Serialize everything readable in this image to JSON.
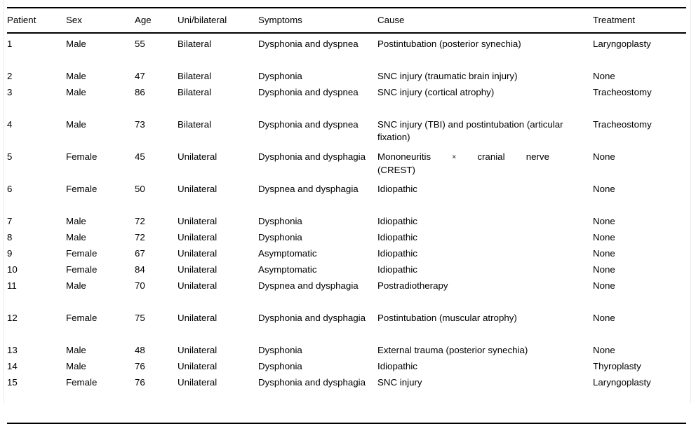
{
  "table": {
    "columns": [
      "Patient",
      "Sex",
      "Age",
      "Uni/bilateral",
      "Symptoms",
      "Cause",
      "Treatment"
    ],
    "rows": [
      {
        "patient": "1",
        "sex": "Male",
        "age": "55",
        "laterality": "Bilateral",
        "symptoms": "Dysphonia and dyspnea",
        "cause": "Postintubation (posterior synechia)",
        "treatment": "Laryngoplasty"
      },
      {
        "patient": "2",
        "sex": "Male",
        "age": "47",
        "laterality": "Bilateral",
        "symptoms": "Dysphonia",
        "cause": "SNC injury (traumatic brain injury)",
        "treatment": "None"
      },
      {
        "patient": "3",
        "sex": "Male",
        "age": "86",
        "laterality": "Bilateral",
        "symptoms": "Dysphonia and dyspnea",
        "cause": "SNC injury (cortical atrophy)",
        "treatment": "Tracheostomy"
      },
      {
        "patient": "4",
        "sex": "Male",
        "age": "73",
        "laterality": "Bilateral",
        "symptoms": "Dysphonia and dyspnea",
        "cause": "SNC injury (TBI) and postintubation (articular fixation)",
        "treatment": "Tracheostomy"
      },
      {
        "patient": "5",
        "sex": "Female",
        "age": "45",
        "laterality": "Unilateral",
        "symptoms": "Dysphonia and dysphagia",
        "cause": "Mononeuritis × cranial nerve (CREST)",
        "cause_line1_a": "Mononeuritis",
        "cause_line1_b": "×",
        "cause_line1_c": "cranial nerve",
        "cause_line2": "(CREST)",
        "treatment": "None"
      },
      {
        "patient": "6",
        "sex": "Female",
        "age": "50",
        "laterality": "Unilateral",
        "symptoms": "Dyspnea and dysphagia",
        "cause": "Idiopathic",
        "treatment": "None"
      },
      {
        "patient": "7",
        "sex": "Male",
        "age": "72",
        "laterality": "Unilateral",
        "symptoms": "Dysphonia",
        "cause": "Idiopathic",
        "treatment": "None"
      },
      {
        "patient": "8",
        "sex": "Male",
        "age": "72",
        "laterality": "Unilateral",
        "symptoms": "Dysphonia",
        "cause": "Idiopathic",
        "treatment": "None"
      },
      {
        "patient": "9",
        "sex": "Female",
        "age": "67",
        "laterality": "Unilateral",
        "symptoms": "Asymptomatic",
        "cause": "Idiopathic",
        "treatment": "None"
      },
      {
        "patient": "10",
        "sex": "Female",
        "age": "84",
        "laterality": "Unilateral",
        "symptoms": "Asymptomatic",
        "cause": "Idiopathic",
        "treatment": "None"
      },
      {
        "patient": "11",
        "sex": "Male",
        "age": "70",
        "laterality": "Unilateral",
        "symptoms": "Dyspnea and dysphagia",
        "cause": "Postradiotherapy",
        "treatment": "None"
      },
      {
        "patient": "12",
        "sex": "Female",
        "age": "75",
        "laterality": "Unilateral",
        "symptoms": "Dysphonia and dysphagia",
        "cause": "Postintubation (muscular atrophy)",
        "treatment": "None"
      },
      {
        "patient": "13",
        "sex": "Male",
        "age": "48",
        "laterality": "Unilateral",
        "symptoms": "Dysphonia",
        "cause": "External trauma (posterior synechia)",
        "treatment": "None"
      },
      {
        "patient": "14",
        "sex": "Male",
        "age": "76",
        "laterality": "Unilateral",
        "symptoms": "Dysphonia",
        "cause": "Idiopathic",
        "treatment": "Thyroplasty"
      },
      {
        "patient": "15",
        "sex": "Female",
        "age": "76",
        "laterality": "Unilateral",
        "symptoms": "Dysphonia and dysphagia",
        "cause": "SNC injury",
        "treatment": "Laryngoplasty"
      }
    ]
  }
}
